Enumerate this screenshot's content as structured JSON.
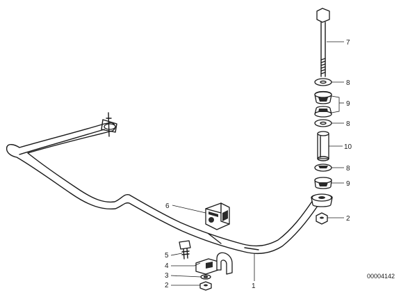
{
  "diagram": {
    "document_number": "00004142",
    "callouts": [
      {
        "id": "c7",
        "number": "7"
      },
      {
        "id": "c8a",
        "number": "8"
      },
      {
        "id": "c9a",
        "number": "9"
      },
      {
        "id": "c8b",
        "number": "8"
      },
      {
        "id": "c10",
        "number": "10"
      },
      {
        "id": "c8c",
        "number": "8"
      },
      {
        "id": "c9b",
        "number": "9"
      },
      {
        "id": "c2a",
        "number": "2"
      },
      {
        "id": "c6",
        "number": "6"
      },
      {
        "id": "c5",
        "number": "5"
      },
      {
        "id": "c4",
        "number": "4"
      },
      {
        "id": "c3",
        "number": "3"
      },
      {
        "id": "c2b",
        "number": "2"
      },
      {
        "id": "c1",
        "number": "1"
      }
    ]
  }
}
